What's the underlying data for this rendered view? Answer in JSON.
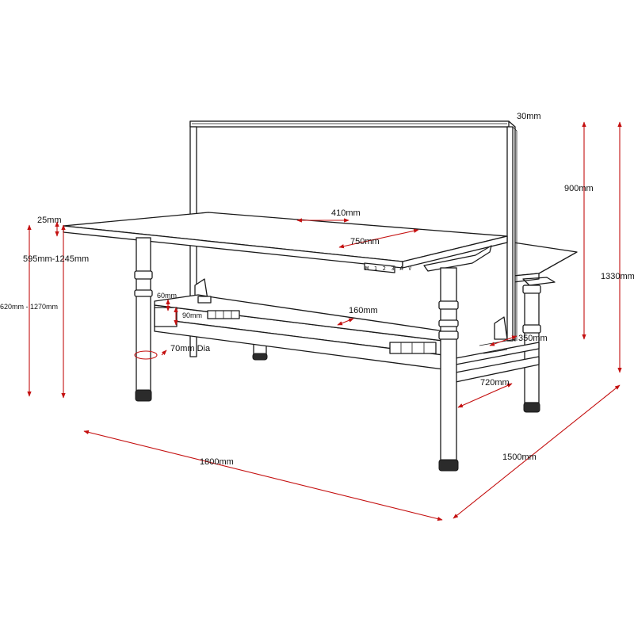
{
  "dimensions": {
    "screen_thickness": "30mm",
    "screen_height": "900mm",
    "overall_height": "1330mm",
    "top_thickness": "25mm",
    "desk_height_range": "595mm-1245mm",
    "overall_height_range": "620mm - 1270mm",
    "cable_tray_width": "410mm",
    "cable_tray_length": "750mm",
    "tray_height": "60mm",
    "tray_depth": "90mm",
    "beam_width": "160mm",
    "leg_diameter": "70mm Dia",
    "foot_gap": "350mm",
    "frame_depth": "720mm",
    "desk_width": "1800mm",
    "desk_depth": "1500mm"
  },
  "control_panel": {
    "text": "M 1 2 3 A V"
  },
  "colors": {
    "dimension_line": "#c41010",
    "outline": "#1a1a1a"
  }
}
